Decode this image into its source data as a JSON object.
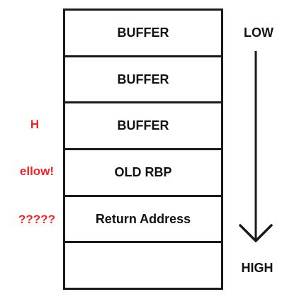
{
  "stack": {
    "cells": [
      "BUFFER",
      "BUFFER",
      "BUFFER",
      "OLD RBP",
      "Return Address",
      ""
    ]
  },
  "annotations": {
    "color": "#e8262c",
    "row3": "H",
    "row4": "ellow!",
    "row5": "?????"
  },
  "direction": {
    "low": "LOW",
    "high": "HIGH",
    "arrow_icon": "arrow-down-icon"
  }
}
